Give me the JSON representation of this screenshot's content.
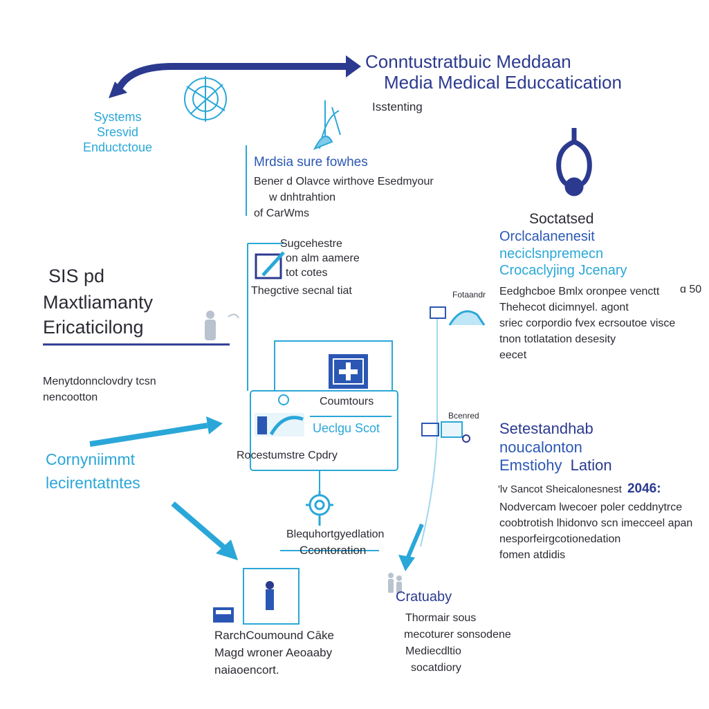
{
  "title": {
    "line1": "Conntustratbuic Meddaan",
    "line2": "Media Medical Educcatication",
    "sub": "Isstenting"
  },
  "top_left": {
    "line1": "Systems",
    "line2": "Sresvid",
    "line3": "Enductctoue"
  },
  "media_block": {
    "heading": "Mrdsia sure fowhes",
    "line1": "Bener d Olavce wirthove Esedmyour",
    "line2": "w dnhtrahtion",
    "line3": "of CarWms"
  },
  "left_block": {
    "line1": "SIS pd",
    "line2": "Maxtliamanty",
    "line3": "Ericaticilong",
    "caption1": "Menytdonnclovdry tcsn",
    "caption2": "nencootton"
  },
  "center_top": {
    "line1": "Sugcehestre",
    "line2": "on alm aamere",
    "line3": "tot cotes",
    "caption": "Thegctive secnal tiat"
  },
  "center_card": {
    "badge": "Coumtours",
    "label": "Ueclgu Scot",
    "caption": "Rocestumstre Cpdry"
  },
  "community": {
    "line1": "Cornyniimmt",
    "line2": "lecirentatntes"
  },
  "right_top": {
    "small_label": "Fotaandr",
    "heading1": "Soctatsed",
    "heading2": "Orclcalanenesit",
    "heading3": "neciclsnpremecn",
    "heading4": "Crocaclyjing Jcenary",
    "body1": "Eedghcboe Bmlx oronpee venctt",
    "body2": "Thehecot dicimnyel. agont",
    "body3": "sriec corpordio fvex ecrsoutoe visce",
    "body4": "tnon totlatation desesity",
    "body5": "eecet",
    "right_num": "ɑ 50"
  },
  "right_mid": {
    "small_label": "Bcenred",
    "line1": "Setestandhab",
    "line2": "noucalonton",
    "line3": "Emstiohy",
    "line3b": "Lation",
    "line4": "'lv Sancot Sheicalonesnest",
    "year": "2046:",
    "body1": "Nodvercam lwecoer poler ceddnytrce",
    "body2": "coobtrotish lhidonvo scn imecceel apan",
    "body3": "nesporfeirgcotionedation",
    "body4": "fomen atdidis"
  },
  "bottom_center": {
    "line1": "Blequhortgyedlation",
    "line2": "Ccontoration"
  },
  "bottom_left": {
    "line1": "RarchCoumound Cāke",
    "line2": "Magd wroner Aeoaaby",
    "line3": "naiaoencort."
  },
  "bottom_right": {
    "heading": "Cratuaby",
    "line1": "Thormair sous",
    "line2": "mecoturer sonsodene",
    "line3": "Mediecdltio",
    "line4": "socatdiory"
  },
  "colors": {
    "navy": "#2b3a8f",
    "cyan": "#2aa7d8",
    "dark_text": "#2a2a33"
  }
}
